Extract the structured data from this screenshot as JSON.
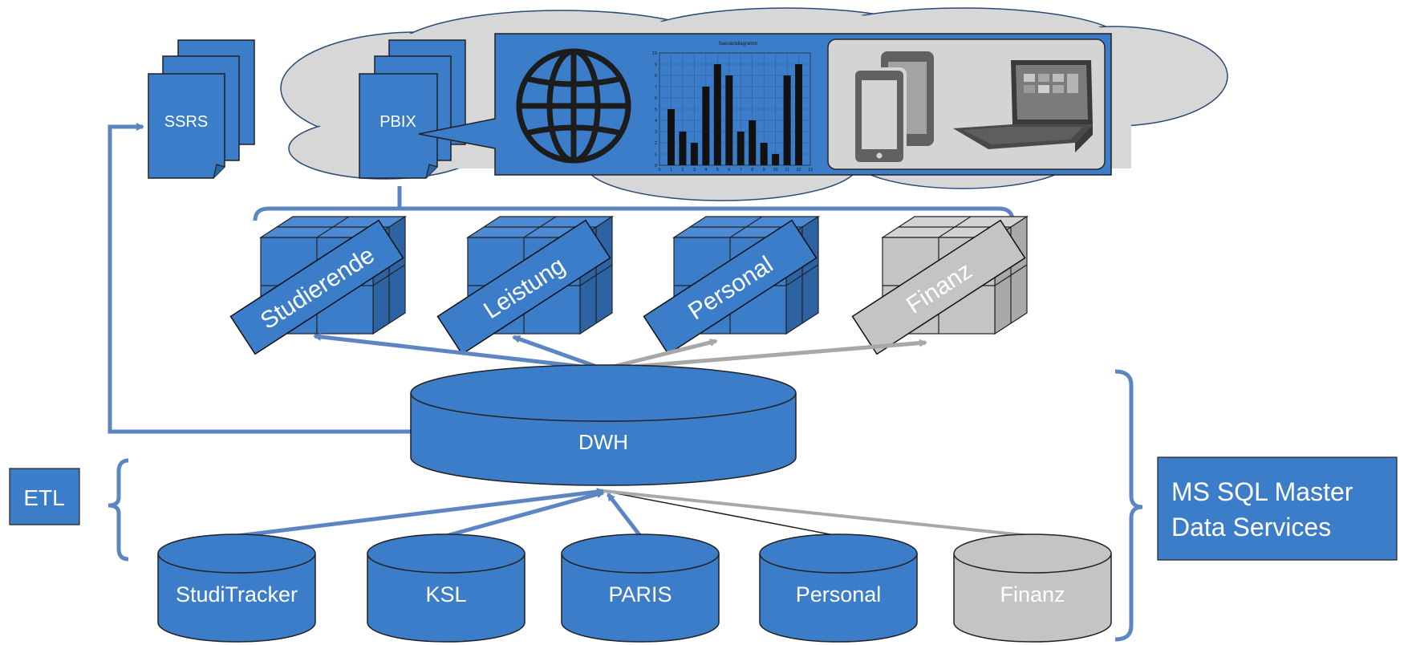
{
  "colors": {
    "blue": "#3b7dc9",
    "blue_dark": "#2e63a3",
    "gray": "#c4c4c4",
    "cloud": "#d7d7d7",
    "outline": "#222222",
    "arrow_blue": "#5b86c2",
    "arrow_gray": "#a8a8a8"
  },
  "cloud": {
    "documents": [
      {
        "label": "SSRS"
      },
      {
        "label": "PBIX"
      }
    ],
    "callout": {
      "globe_icon": "globe-icon",
      "chart_title": "Saeulendiagramm",
      "devices": [
        "smartphone-icon",
        "tablet-icon"
      ]
    }
  },
  "cubes": [
    {
      "label": "Studierende",
      "state": "active"
    },
    {
      "label": "Leistung",
      "state": "active"
    },
    {
      "label": "Personal",
      "state": "active"
    },
    {
      "label": "Finanz",
      "state": "inactive"
    }
  ],
  "dwh": {
    "label": "DWH"
  },
  "etl": {
    "label": "ETL"
  },
  "mds": {
    "line1": "MS SQL Master",
    "line2": "Data Services"
  },
  "sources": [
    {
      "label": "StudiTracker",
      "state": "active"
    },
    {
      "label": "KSL",
      "state": "active"
    },
    {
      "label": "PARIS",
      "state": "active"
    },
    {
      "label": "Personal",
      "state": "active"
    },
    {
      "label": "Finanz",
      "state": "inactive"
    }
  ],
  "chart_data": {
    "type": "bar",
    "title": "Saeulendiagramm",
    "categories": [
      "1",
      "2",
      "3",
      "4",
      "5",
      "6",
      "7",
      "8",
      "9",
      "10",
      "11",
      "12"
    ],
    "values": [
      5,
      3,
      2,
      7,
      9,
      8,
      3,
      4,
      2,
      1,
      8,
      9
    ],
    "x_ticks": [
      "0",
      "1",
      "2",
      "3",
      "4",
      "5",
      "6",
      "7",
      "8",
      "9",
      "10",
      "11",
      "12",
      "13"
    ],
    "y_ticks": [
      "0",
      "1",
      "2",
      "3",
      "4",
      "5",
      "6",
      "7",
      "8",
      "9",
      "10"
    ],
    "ylim": [
      0,
      10
    ],
    "xlim": [
      0,
      13
    ],
    "grid": true
  }
}
